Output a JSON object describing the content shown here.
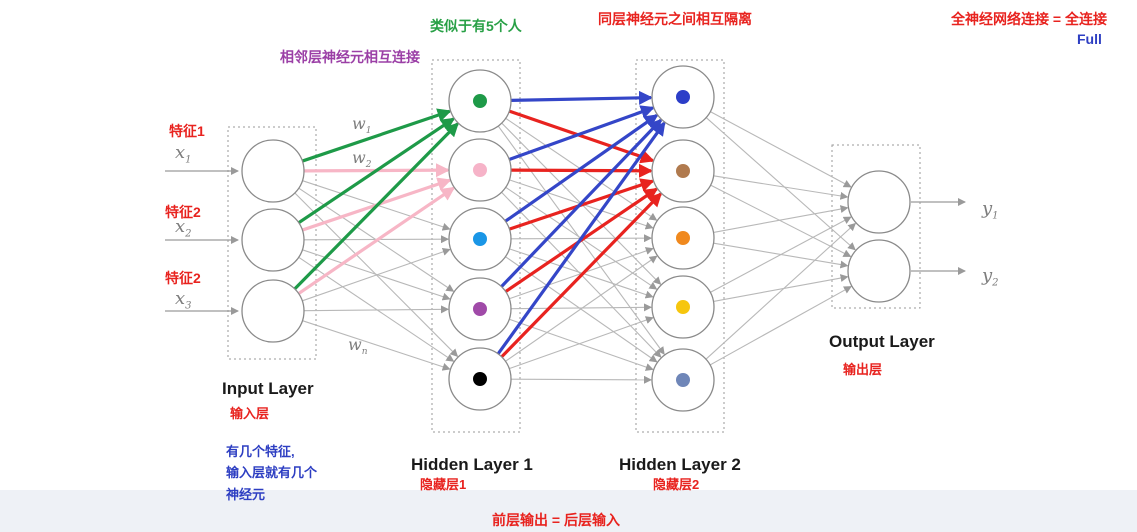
{
  "annotations": {
    "fully_connected": "全神经网络连接 = 全连接",
    "full": "Full",
    "isolated_same_layer": "同层神经元之间相互隔离",
    "like_five_people": "类似于有5个人",
    "adjacent_connected": "相邻层神经元相互连接",
    "features_note_line1": "有几个特征,",
    "features_note_line2": "输入层就有几个",
    "features_note_line3": "神经元",
    "prev_output_next_input": "前层输出 = 后层输入"
  },
  "features": [
    {
      "label": "特征1",
      "symbol": "x",
      "sub": "1"
    },
    {
      "label": "特征2",
      "symbol": "x",
      "sub": "2"
    },
    {
      "label": "特征2",
      "symbol": "x",
      "sub": "3"
    }
  ],
  "weights": [
    {
      "symbol": "w",
      "sub": "1"
    },
    {
      "symbol": "w",
      "sub": "2"
    },
    {
      "symbol": "w",
      "sub": "n"
    }
  ],
  "outputs": [
    {
      "symbol": "y",
      "sub": "1"
    },
    {
      "symbol": "y",
      "sub": "2"
    }
  ],
  "layers": {
    "input": {
      "title": "Input Layer",
      "subtitle": "输入层"
    },
    "hidden1": {
      "title": "Hidden Layer 1",
      "subtitle": "隐藏层1"
    },
    "hidden2": {
      "title": "Hidden Layer 2",
      "subtitle": "隐藏层2"
    },
    "output": {
      "title": "Output Layer",
      "subtitle": "输出层"
    }
  },
  "colors": {
    "hidden1_dots": [
      "#1e9a48",
      "#f6b3c8",
      "#1a96e6",
      "#a04aa8",
      "#000000"
    ],
    "hidden2_dots": [
      "#2c3ec8",
      "#b07a4e",
      "#f0891e",
      "#f6c60e",
      "#6f86b8"
    ],
    "green_arrows": "#1e9a48",
    "pink_arrows": "#f7b6c6",
    "blue_arrows": "#3446c8",
    "red_arrows": "#e8231f",
    "gray_lines": "#b8b8b8"
  }
}
